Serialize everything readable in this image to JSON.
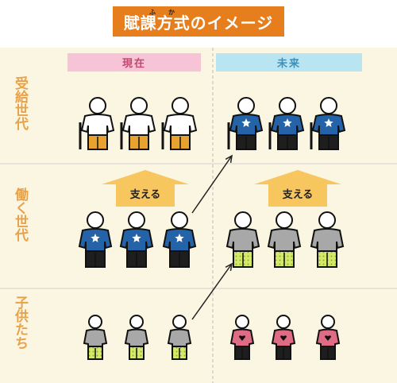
{
  "title": {
    "text": "賦課方式のイメージ",
    "ruby": [
      "ふ",
      "か"
    ]
  },
  "columns": [
    {
      "label": "現在",
      "bg": "#f6c3d7",
      "color": "#c4476d"
    },
    {
      "label": "未来",
      "bg": "#b9e4f2",
      "color": "#3b91bb"
    }
  ],
  "rows": [
    {
      "label": "受給世代"
    },
    {
      "label": "働く世代"
    },
    {
      "label": "子供たち"
    }
  ],
  "supports": [
    {
      "label": "支える"
    },
    {
      "label": "支える"
    }
  ],
  "colors": {
    "title_bg": "#e67e1e",
    "row_bg": "#fbf6e1",
    "row_label": "#e8a24a",
    "arrow_up": "#f7c65e",
    "shirt_blue": "#2463a8",
    "shirt_gray": "#a8a8a8",
    "shirt_white": "#ffffff",
    "pants_orange": "#e8a230",
    "pants_dots": "#d4e86a",
    "shirt_pink": "#e06b85",
    "pants_black": "#1e1e1e"
  }
}
